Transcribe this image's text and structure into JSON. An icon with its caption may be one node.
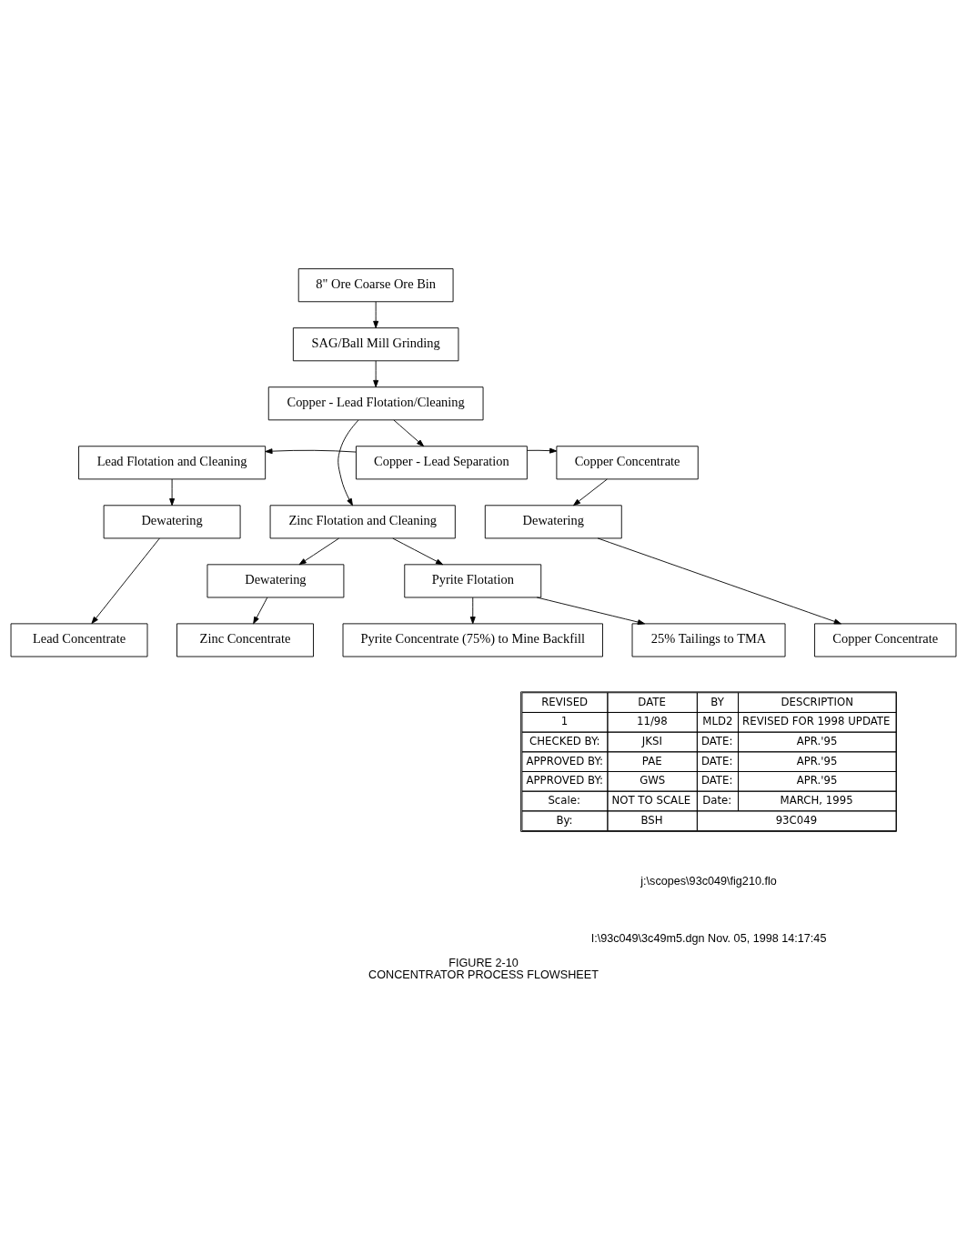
{
  "diagram": {
    "title": "FIGURE 2-10",
    "caption": "CONCENTRATOR PROCESS FLOWSHEET",
    "nodes": [
      {
        "text": [
          "8\" Ore Coarse Ore Bin"
        ]
      },
      {
        "text": [
          "SAG/Ball Mill Grinding"
        ]
      },
      {
        "text": [
          "Copper - Lead Flotation/Cleaning"
        ]
      },
      {
        "text": [
          "Lead Flotation and Cleaning"
        ]
      },
      {
        "text": [
          "Copper - Lead Separation"
        ]
      },
      {
        "text": [
          "Copper Concentrate"
        ]
      },
      {
        "text": [
          "Dewatering"
        ]
      },
      {
        "text": [
          "Zinc Flotation and Cleaning"
        ]
      },
      {
        "text": [
          "Dewatering"
        ]
      },
      {
        "text": [
          "Dewatering"
        ]
      },
      {
        "text": [
          "Lead Concentrate"
        ]
      },
      {
        "text": [
          "Zinc Concentrate"
        ]
      },
      {
        "text": [
          "Copper Concentrate"
        ]
      },
      {
        "text": [
          "Pyrite Flotation"
        ]
      },
      {
        "text": [
          "Pyrite Concentrate (75%) to Mine Backfill"
        ]
      },
      {
        "text": [
          "25% Tailings to TMA"
        ]
      }
    ],
    "edges": [
      {
        "from": 0,
        "to": 1,
        "arrow": "to"
      },
      {
        "from": 1,
        "to": 2,
        "arrow": "to"
      },
      {
        "from": 2,
        "to": 4,
        "arrow": "to"
      },
      {
        "from": 4,
        "to": 3,
        "arrow": "to"
      },
      {
        "from": 4,
        "to": 5,
        "arrow": "to"
      },
      {
        "from": 2,
        "to": 7,
        "arrow": "to"
      },
      {
        "from": 3,
        "to": 6,
        "arrow": "to"
      },
      {
        "from": 5,
        "to": 8,
        "arrow": "to"
      },
      {
        "from": 7,
        "to": 9,
        "arrow": "to"
      },
      {
        "from": 6,
        "to": 10,
        "arrow": "to"
      },
      {
        "from": 9,
        "to": 11,
        "arrow": "to"
      },
      {
        "from": 8,
        "to": 12,
        "arrow": "to"
      },
      {
        "from": 7,
        "to": 13,
        "arrow": "to"
      },
      {
        "from": 13,
        "to": 14,
        "arrow": "to"
      },
      {
        "from": 13,
        "to": 15,
        "arrow": "to"
      }
    ],
    "labels": [
      "REVISED",
      "DATE",
      "BY",
      "DESCRIPTION",
      "1",
      "11/98",
      "MLD2",
      "REVISED FOR 1998 UPDATE",
      "CHECKED BY:",
      "JKSI",
      "DATE:",
      "APR.'95",
      "APPROVED BY:",
      "PAE",
      "DATE:",
      "APR.'95",
      "APPROVED BY:",
      "GWS",
      "DATE:",
      "APR.'95",
      "Scale:",
      "NOT TO SCALE",
      "Date:",
      "MARCH, 1995",
      "By:",
      "BSH",
      "93C049",
      "j:\\scopes\\93c049\\fig210.flo",
      "I:\\93c049\\3c49m5.dgn Nov. 05, 1998 14:17:45"
    ]
  }
}
